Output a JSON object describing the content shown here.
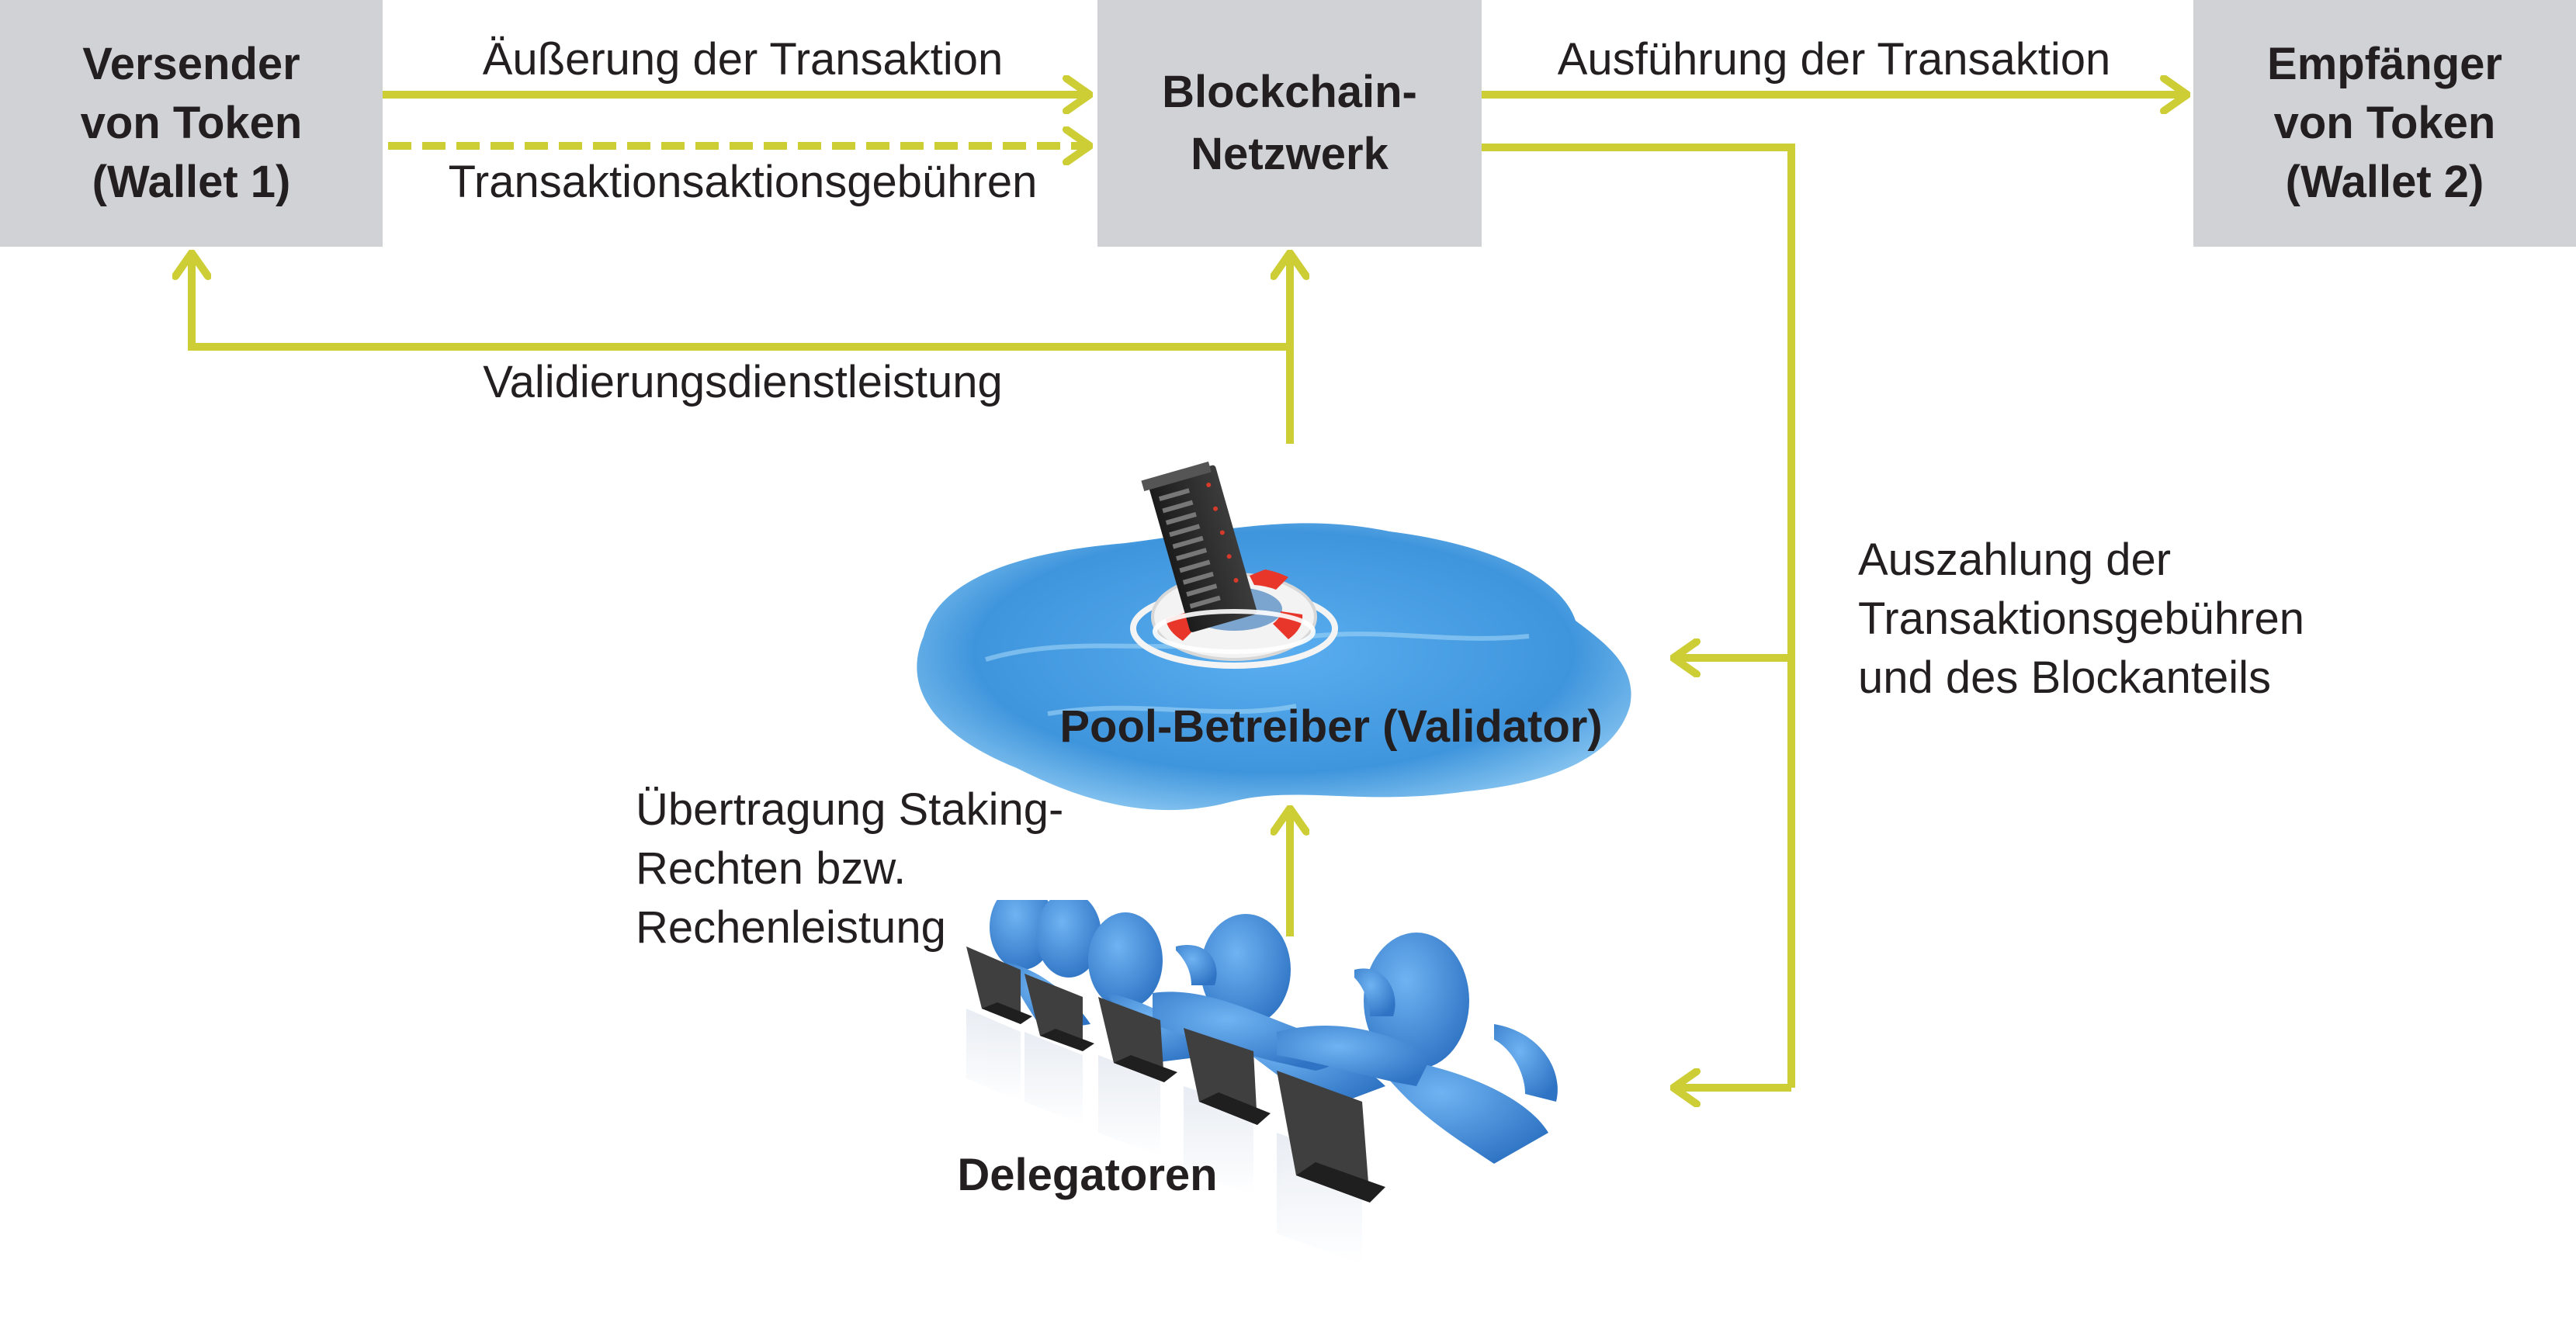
{
  "colors": {
    "arrow": "#cdce36",
    "box_fill": "#d0d2d6",
    "text": "#231f20",
    "water": "#4a9fe0",
    "figure_blue": "#3f86d4",
    "laptop": "#3a3a3a",
    "lifebuoy_red": "#e8362a"
  },
  "nodes": {
    "sender": {
      "lines": [
        "Versender",
        "von Token",
        "(Wallet 1)"
      ]
    },
    "network": {
      "lines": [
        "Blockchain-",
        "Netzwerk"
      ]
    },
    "receiver": {
      "lines": [
        "Empfänger",
        "von Token",
        "(Wallet 2)"
      ]
    },
    "pool": {
      "label": "Pool-Betreiber (Validator)",
      "icon": "server-in-lifebuoy-icon"
    },
    "delegators": {
      "label": "Delegatoren",
      "icon": "people-with-laptops-icon"
    }
  },
  "edges": {
    "utterance": {
      "label": "Äußerung der Transaktion",
      "style": "solid"
    },
    "fees": {
      "label": "Transaktionsaktionsgebühren",
      "style": "dashed"
    },
    "execution": {
      "label": "Ausführung der Transaktion",
      "style": "solid"
    },
    "validation": {
      "label": "Validierungsdienstleistung",
      "style": "solid"
    },
    "payout": {
      "lines": [
        "Auszahlung der",
        "Transaktionsgebühren",
        "und des Blockanteils"
      ],
      "style": "solid"
    },
    "staking": {
      "lines": [
        "Übertragung Staking-",
        "Rechten bzw.",
        "Rechenleistung"
      ],
      "style": "solid"
    }
  }
}
